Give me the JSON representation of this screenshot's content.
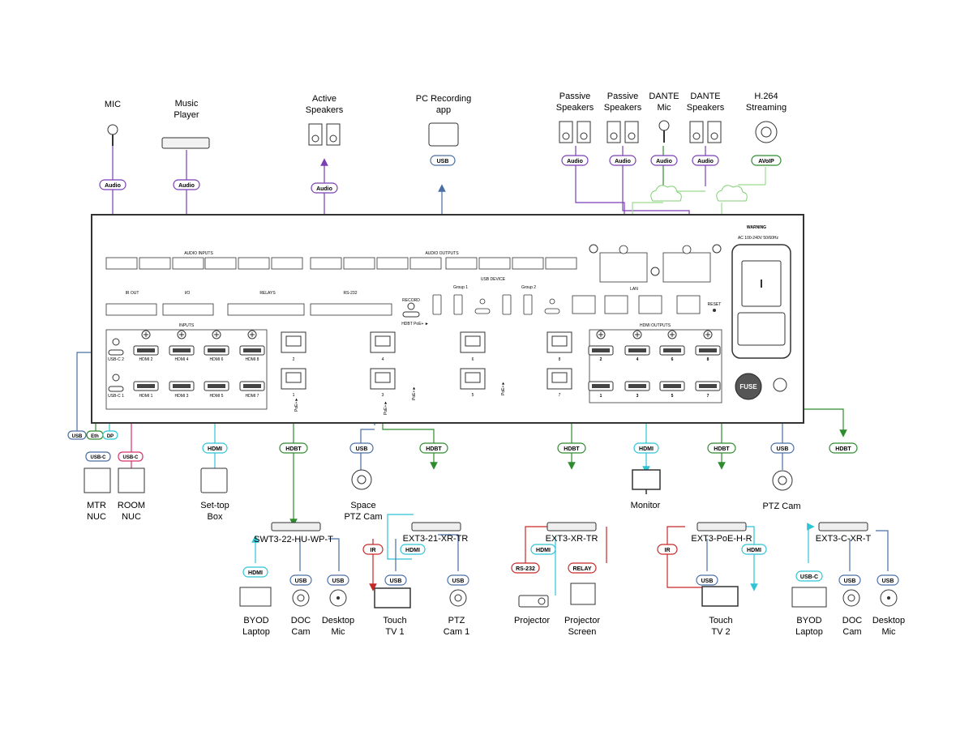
{
  "colors": {
    "audio": "#7a3fb5",
    "usb": "#4a6fa5",
    "hdbt": "#2e8b2e",
    "hdmi": "#2ec4d6",
    "usbc": "#d6336c",
    "ir": "#c62828",
    "panel": "#333333"
  },
  "devices_top": {
    "mic": {
      "label": "MIC",
      "pill": "Audio"
    },
    "music": {
      "line1": "Music",
      "line2": "Player",
      "pill": "Audio"
    },
    "active": {
      "line1": "Active",
      "line2": "Speakers",
      "pill": "Audio"
    },
    "pcrec": {
      "line1": "PC Recording",
      "line2": "app",
      "pill": "USB"
    },
    "passive1": {
      "line1": "Passive",
      "line2": "Speakers",
      "pill": "Audio"
    },
    "passive2": {
      "line1": "Passive",
      "line2": "Speakers",
      "pill": "Audio"
    },
    "dantemic": {
      "line1": "DANTE",
      "line2": "Mic",
      "pill": "Audio"
    },
    "dantespk": {
      "line1": "DANTE",
      "line2": "Speakers",
      "pill": "Audio"
    },
    "h264": {
      "line1": "H.264",
      "line2": "Streaming",
      "pill": "AVoIP"
    }
  },
  "panel": {
    "audio_inputs": "AUDIO INPUTS",
    "audio_outputs": "AUDIO OUTPUTS",
    "ir_out": "IR OUT",
    "io": "I/O",
    "relays": "RELAYS",
    "rs232": "RS-232",
    "inputs": "INPUTS",
    "record": "RECORD",
    "usb_device": "USB DEVICE",
    "group1": "Group 1",
    "group2": "Group 2",
    "hdbt_poe": "HDBT PoE+ ►",
    "lan": "LAN",
    "hdmi_outputs": "HDMI OUTPUTS",
    "reset": "RESET",
    "warning": "WARNING",
    "ac": "AC 100-240V 50/60Hz",
    "fuse": "FUSE",
    "usbc2": "USB-C 2",
    "usbc1": "USB-C 1",
    "hdmi_in_top": [
      "HDMI 2",
      "HDMI 4",
      "HDMI 6",
      "HDMI 8"
    ],
    "hdmi_in_bot": [
      "HDMI 1",
      "HDMI 3",
      "HDMI 5",
      "HDMI 7"
    ],
    "hdbt_top": [
      "2",
      "4",
      "6",
      "8"
    ],
    "hdbt_bot": [
      "1",
      "3",
      "5",
      "7"
    ],
    "out_top": [
      "2",
      "4",
      "6",
      "8"
    ],
    "out_bot": [
      "1",
      "3",
      "5",
      "7"
    ],
    "poe": "PoE+►"
  },
  "devices_mid": {
    "usb": "USB",
    "eth": "Eth",
    "dp": "DP",
    "usbc": "USB-C",
    "mtr": {
      "line1": "MTR",
      "line2": "NUC"
    },
    "room": {
      "line1": "ROOM",
      "line2": "NUC"
    },
    "settop": {
      "pill": "HDMI",
      "line1": "Set-top",
      "line2": "Box"
    },
    "hdbt1": "HDBT",
    "spacecam": {
      "pill": "USB",
      "line1": "Space",
      "line2": "PTZ Cam"
    },
    "hdbt2": "HDBT",
    "hdbt3": "HDBT",
    "monitor": {
      "pill": "HDMI",
      "label": "Monitor"
    },
    "hdbt4": "HDBT",
    "ptzcam": {
      "pill": "USB",
      "label": "PTZ Cam"
    },
    "hdbt5": "HDBT"
  },
  "extenders": {
    "swt3": "SWT3-22-HU-WP-T",
    "ext21": "EXT3-21-XR-TR",
    "ext3xr": "EXT3-XR-TR",
    "extpoe": "EXT3-PoE-H-R",
    "extc": "EXT3-C-XR-T"
  },
  "devices_bottom": {
    "byod1": {
      "pill": "HDMI",
      "line1": "BYOD",
      "line2": "Laptop"
    },
    "doc1": {
      "pill": "USB",
      "line1": "DOC",
      "line2": "Cam"
    },
    "dmic1": {
      "pill": "USB",
      "line1": "Desktop",
      "line2": "Mic"
    },
    "ir1": "IR",
    "hdmi_t1": "HDMI",
    "touch1": {
      "pill": "USB",
      "line1": "Touch",
      "line2": "TV 1"
    },
    "ptz1": {
      "pill": "USB",
      "line1": "PTZ",
      "line2": "Cam 1"
    },
    "proj": {
      "pill": "RS-232",
      "label": "Projector"
    },
    "hdmi_p": "HDMI",
    "screen": {
      "pill": "RELAY",
      "line1": "Projector",
      "line2": "Screen"
    },
    "ir2": "IR",
    "hdmi_t2": "HDMI",
    "touch2": {
      "pill": "USB",
      "line1": "Touch",
      "line2": "TV 2"
    },
    "byod2": {
      "pill": "USB-C",
      "line1": "BYOD",
      "line2": "Laptop"
    },
    "doc2": {
      "pill": "USB",
      "line1": "DOC",
      "line2": "Cam"
    },
    "dmic2": {
      "pill": "USB",
      "line1": "Desktop",
      "line2": "Mic"
    }
  }
}
